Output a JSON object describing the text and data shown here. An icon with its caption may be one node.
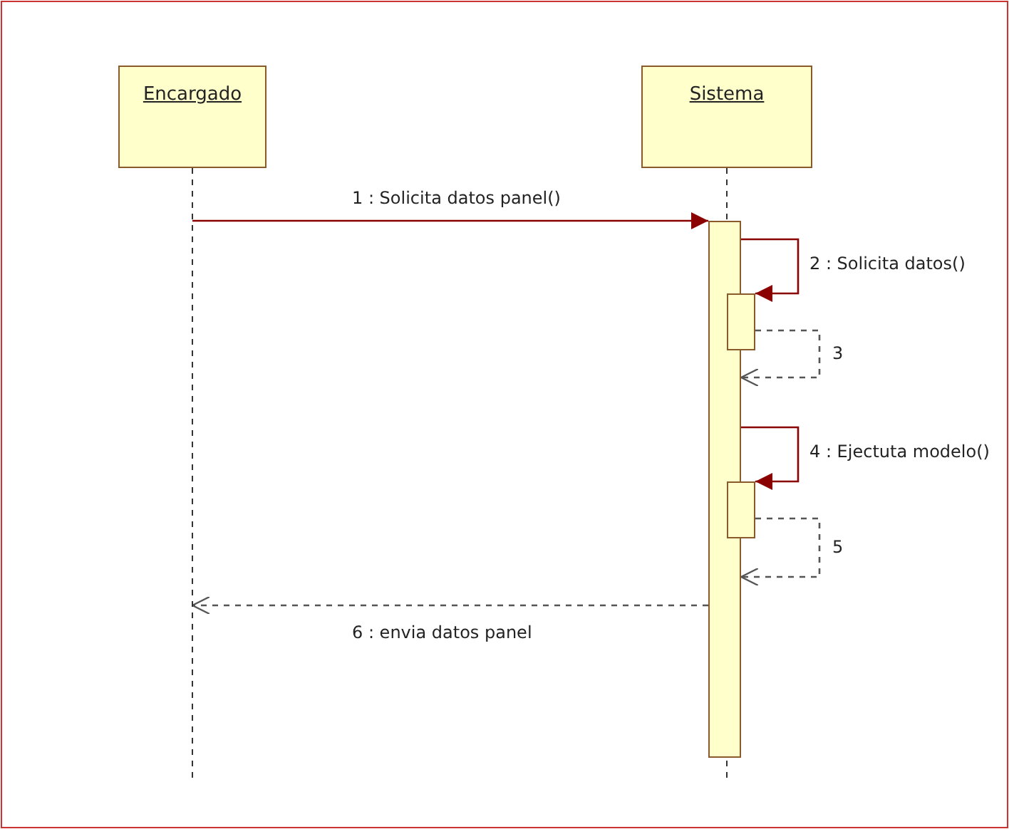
{
  "diagram": {
    "nodes": [
      {
        "text": [
          "Encargado"
        ]
      },
      {
        "text": [
          "Sistema"
        ]
      },
      {
        "text": [],
        "shape": "bar",
        "in": 1
      },
      {
        "text": [],
        "shape": "bar",
        "in": 1
      },
      {
        "text": [],
        "shape": "bar",
        "in": 1
      }
    ],
    "edges": [
      {
        "from": 0,
        "to": 2,
        "arrow": "to",
        "label": "1 : Solicita datos panel()"
      },
      {
        "from": 2,
        "to": 3,
        "arrow": "to",
        "label": "2 : Solicita datos()"
      },
      {
        "from": 3,
        "to": 2,
        "arrow": "to",
        "label": "3",
        "style": "dashed",
        "color": "#555555"
      },
      {
        "from": 2,
        "to": 4,
        "arrow": "to",
        "label": "4 : Ejectuta modelo()"
      },
      {
        "from": 4,
        "to": 2,
        "arrow": "to",
        "label": "5",
        "style": "dashed",
        "color": "#555555"
      },
      {
        "from": 2,
        "to": 0,
        "arrow": "to",
        "label": "6 : envia datos panel",
        "style": "dashed",
        "color": "#555555"
      }
    ]
  }
}
